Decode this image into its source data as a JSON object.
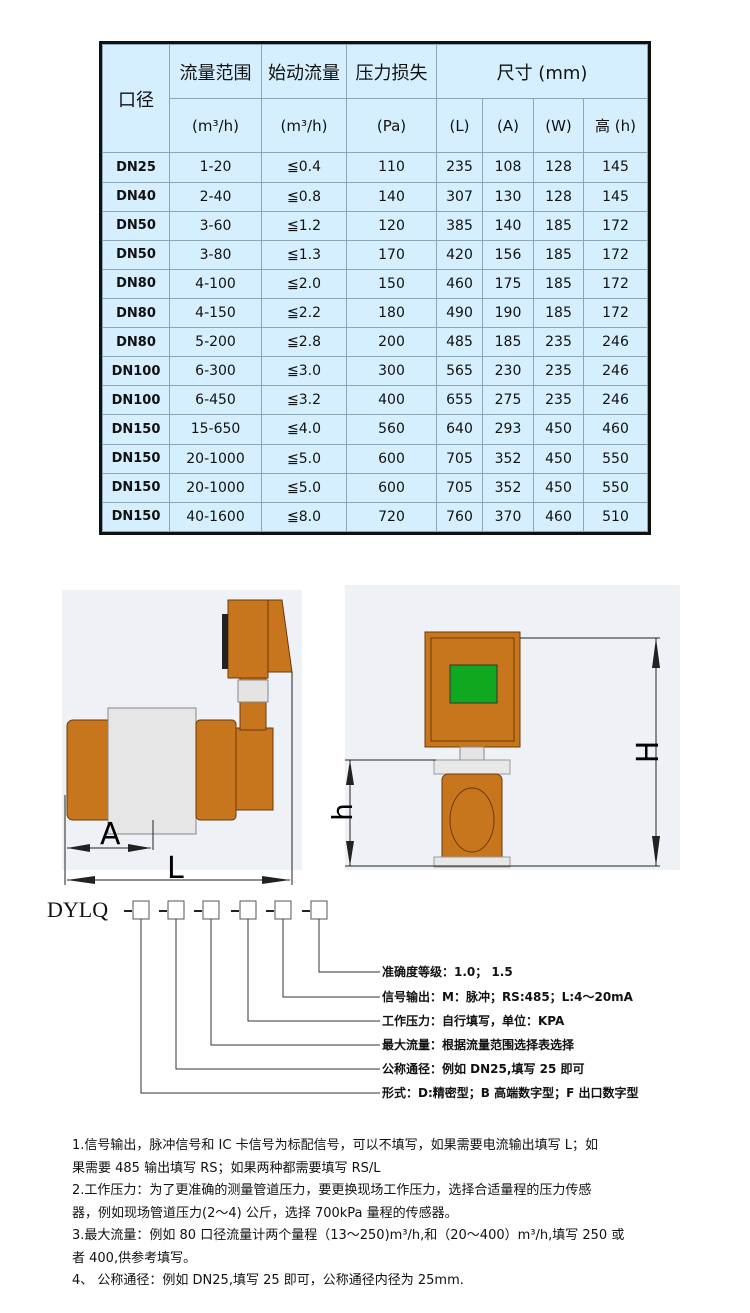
{
  "table": {
    "headers": {
      "caliber": "口径",
      "flow_range": "流量范围",
      "flow_range_unit": "(m³/h)",
      "start_flow": "始动流量",
      "start_flow_unit": "(m³/h)",
      "pressure_loss": "压力损失",
      "pressure_loss_unit": "(Pa)",
      "size": "尺寸 (mm)",
      "L": "(L)",
      "A": "(A)",
      "W": "(W)",
      "h": "高 (h)"
    },
    "rows": [
      [
        "DN25",
        "1-20",
        "≦0.4",
        "110",
        "235",
        "108",
        "128",
        "145"
      ],
      [
        "DN40",
        "2-40",
        "≦0.8",
        "140",
        "307",
        "130",
        "128",
        "145"
      ],
      [
        "DN50",
        "3-60",
        "≦1.2",
        "120",
        "385",
        "140",
        "185",
        "172"
      ],
      [
        "DN50",
        "3-80",
        "≦1.3",
        "170",
        "420",
        "156",
        "185",
        "172"
      ],
      [
        "DN80",
        "4-100",
        "≦2.0",
        "150",
        "460",
        "175",
        "185",
        "172"
      ],
      [
        "DN80",
        "4-150",
        "≦2.2",
        "180",
        "490",
        "190",
        "185",
        "172"
      ],
      [
        "DN80",
        "5-200",
        "≦2.8",
        "200",
        "485",
        "185",
        "235",
        "246"
      ],
      [
        "DN100",
        "6-300",
        "≦3.0",
        "300",
        "565",
        "230",
        "235",
        "246"
      ],
      [
        "DN100",
        "6-450",
        "≦3.2",
        "400",
        "655",
        "275",
        "235",
        "246"
      ],
      [
        "DN150",
        "15-650",
        "≦4.0",
        "560",
        "640",
        "293",
        "450",
        "460"
      ],
      [
        "DN150",
        "20-1000",
        "≦5.0",
        "600",
        "705",
        "352",
        "450",
        "550"
      ],
      [
        "DN150",
        "20-1000",
        "≦5.0",
        "600",
        "705",
        "352",
        "450",
        "550"
      ],
      [
        "DN150",
        "40-1600",
        "≦8.0",
        "720",
        "760",
        "370",
        "460",
        "510"
      ]
    ]
  },
  "drawing": {
    "dim_A": "A",
    "dim_L": "L",
    "dim_h": "h",
    "dim_H": "H",
    "body_color": "#c8761e",
    "display_color": "#10a820"
  },
  "model_code": {
    "prefix": "DYLQ",
    "fields": [
      "准确度等级：1.0； 1.5",
      "信号输出：M：脉冲；RS:485；L:4～20mA",
      "工作压力：自行填写，单位：KPA",
      "最大流量：根据流量范围选择表选择",
      "公称通径：例如 DN25,填写 25 即可",
      "形式：D:精密型；B 高端数字型；F 出口数字型"
    ]
  },
  "notes": [
    "1.信号输出，脉冲信号和 IC 卡信号为标配信号，可以不填写，如果需要电流输出填写 L；如",
    "果需要 485 输出填写 RS；如果两种都需要填写 RS/L",
    "2.工作压力：为了更准确的测量管道压力，要更换现场工作压力，选择合适量程的压力传感",
    "器，例如现场管道压力(2～4) 公斤，选择 700kPa 量程的传感器。",
    "3.最大流量：例如 80 口径流量计两个量程（13～250)m³/h,和（20～400）m³/h,填写 250 或",
    "者 400,供参考填写。",
    "4、 公称通径：例如 DN25,填写 25 即可，公称通径内径为 25mm."
  ]
}
